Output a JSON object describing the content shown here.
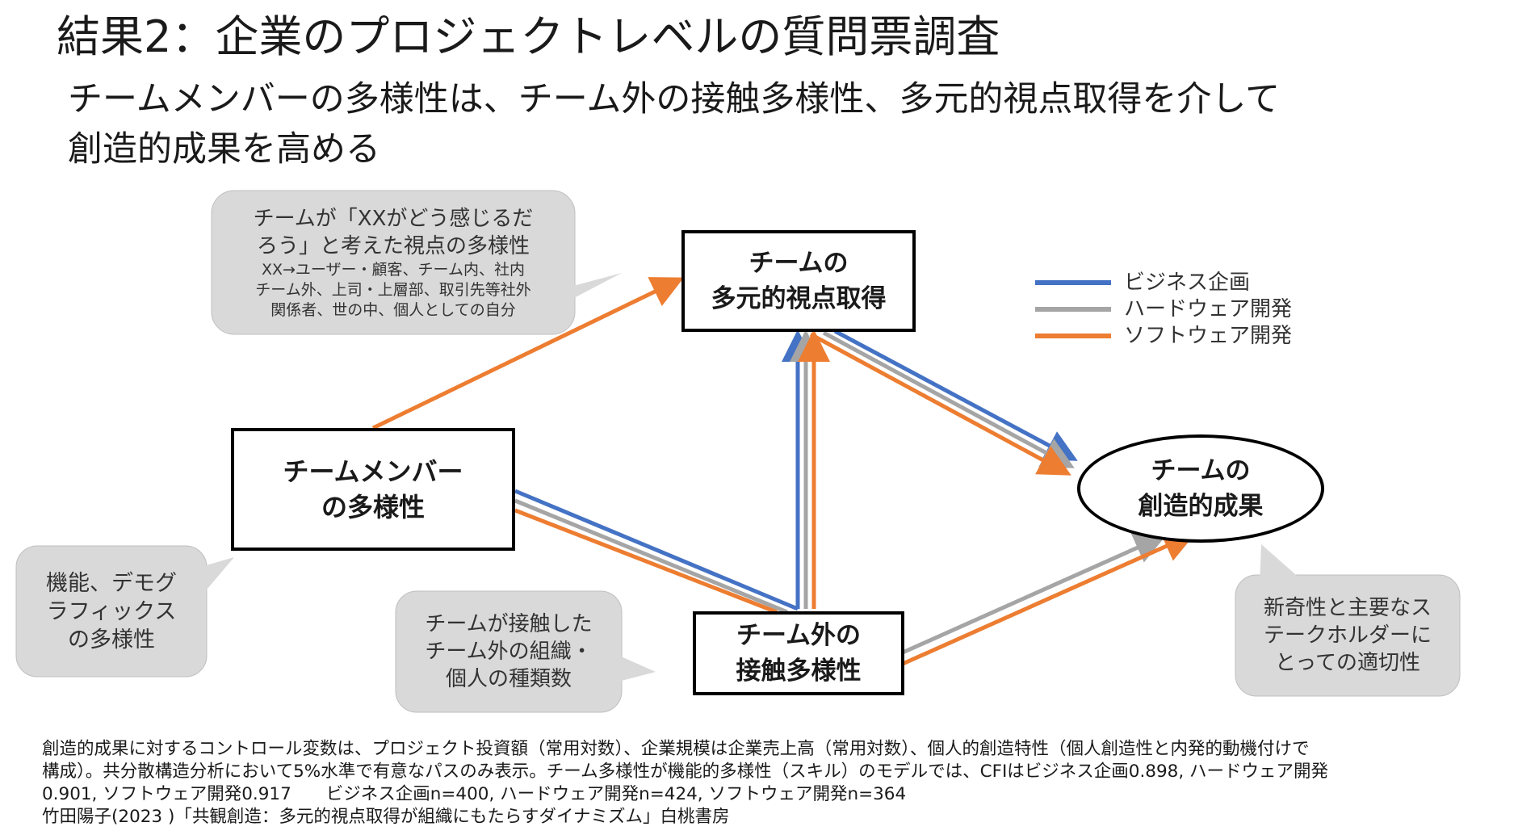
{
  "title": "結果2：企業のプロジェクトレベルの質問票調査",
  "subtitle": {
    "line1": "チームメンバーの多様性は、チーム外の接触多様性、多元的視点取得を介して",
    "line2": "創造的成果を高める"
  },
  "nodes": {
    "perspective": {
      "line1": "チームの",
      "line2": "多元的視点取得"
    },
    "member_diversity": {
      "line1": "チームメンバー",
      "line2": "の多様性"
    },
    "external_contact": {
      "line1": "チーム外の",
      "line2": "接触多様性"
    },
    "creative_outcome": {
      "line1": "チームの",
      "line2": "創造的成果"
    }
  },
  "callouts": {
    "perspective_note": {
      "line1": "チームが「XXがどう感じるだ",
      "line2": "ろう」と考えた視点の多様性",
      "line3": "XX→ユーザー・顧客、チーム内、社内",
      "line4": "チーム外、上司・上層部、取引先等社外",
      "line5": "関係者、世の中、個人としての自分"
    },
    "member_note": {
      "line1": "機能、デモグ",
      "line2": "ラフィックス",
      "line3": "の多様性"
    },
    "contact_note": {
      "line1": "チームが接触した",
      "line2": "チーム外の組織・",
      "line3": "個人の種類数"
    },
    "outcome_note": {
      "line1": "新奇性と主要なス",
      "line2": "テークホルダーに",
      "line3": "とっての適切性"
    }
  },
  "legend": [
    {
      "label": "ビジネス企画",
      "color": "#4472c4"
    },
    {
      "label": "ハードウェア開発",
      "color": "#a5a5a5"
    },
    {
      "label": "ソフトウェア開発",
      "color": "#ed7d31"
    }
  ],
  "colors": {
    "business": "#4472c4",
    "hardware": "#a5a5a5",
    "software": "#ed7d31",
    "callout_fill": "#d9d9d9"
  },
  "footnote": {
    "line1": "創造的成果に対するコントロール変数は、プロジェクト投資額（常用対数）、企業規模は企業売上高（常用対数）、個人的創造特性（個人創造性と内発的動機付けで",
    "line2": "構成）。共分散構造分析において5%水準で有意なパスのみ表示。チーム多様性が機能的多様性（スキル）のモデルでは、CFIはビジネス企画0.898, ハードウェア開発",
    "line3": "0.901, ソフトウェア開発0.917　　ビジネス企画n=400, ハードウェア開発n=424, ソフトウェア開発n=364",
    "line4": "竹田陽子(2023 )「共観創造：多元的視点取得が組織にもたらすダイナミズム」白桃書房"
  }
}
